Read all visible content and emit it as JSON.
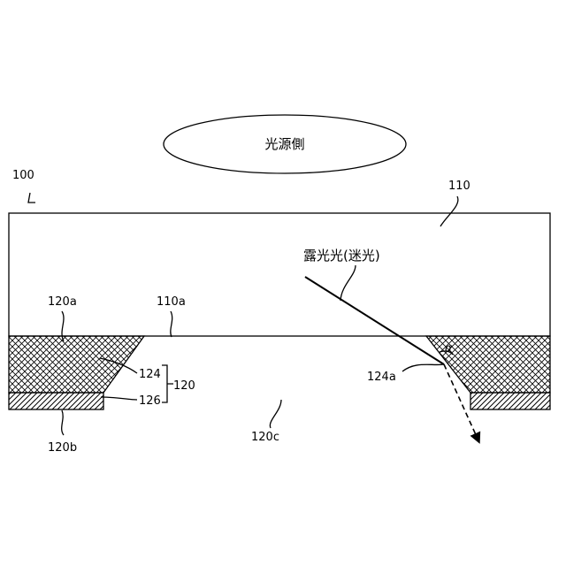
{
  "figure": {
    "source_label": "光源側",
    "device_ref": "100",
    "substrate_ref": "110",
    "substrate_surface_ref": "110a",
    "light_label": "露光光(迷光)",
    "mask_layer_ref": "120a",
    "inclined_face_ref": "124",
    "mask_ref": "120",
    "light_block_layer_ref": "126",
    "bottom_ref": "120b",
    "opening_ref": "120c",
    "incidence_point_ref": "124a",
    "angle_symbol": "α"
  },
  "colors": {
    "stroke": "#000000",
    "background": "#ffffff"
  }
}
